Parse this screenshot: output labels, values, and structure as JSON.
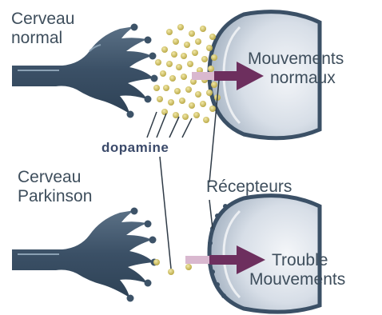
{
  "labels": {
    "normal_brain_line1": "Cerveau",
    "normal_brain_line2": "normal",
    "normal_result_line1": "Mouvements",
    "normal_result_line2": "normaux",
    "dopamine": "dopamine",
    "parkinson_brain_line1": "Cerveau",
    "parkinson_brain_line2": "Parkinson",
    "receptors": "Récepteurs",
    "parkinson_result_line1": "Trouble",
    "parkinson_result_line2": "Mouvements"
  },
  "colors": {
    "neuron": "#3d5368",
    "neuron_light": "#6d8398",
    "receptor": "#d6dde6",
    "dopamine": "#d0c062",
    "arrow": "#6d2f5e",
    "arrow_tail": "#d9b8cf",
    "text": "#3e4e5c",
    "dopamine_label": "#3b4a6a"
  }
}
